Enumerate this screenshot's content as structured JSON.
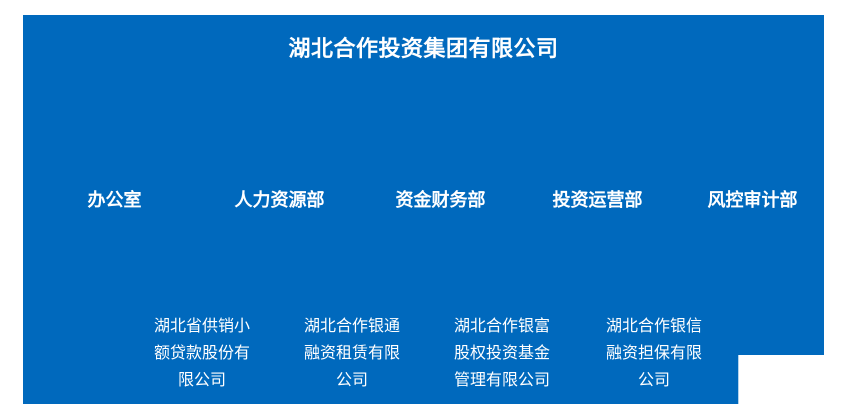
{
  "chart_data": {
    "type": "diagram",
    "title": "湖北合作投资集团有限公司",
    "background_color": "#0069bd",
    "text_color": "#ffffff",
    "levels": [
      {
        "level": 1,
        "nodes": [
          {
            "label": "湖北合作投资集团有限公司"
          }
        ]
      },
      {
        "level": 2,
        "nodes": [
          {
            "label": "办公室"
          },
          {
            "label": "人力资源部"
          },
          {
            "label": "资金财务部"
          },
          {
            "label": "投资运营部"
          },
          {
            "label": "风控审计部"
          }
        ]
      },
      {
        "level": 3,
        "nodes": [
          {
            "label": "湖北省供销小额贷款股份有限公司"
          },
          {
            "label": "湖北合作银通融资租赁有限公司"
          },
          {
            "label": "湖北合作银富股权投资基金管理有限公司"
          },
          {
            "label": "湖北合作银信融资担保有限公司"
          }
        ]
      }
    ]
  },
  "root": {
    "title": "湖北合作投资集团有限公司"
  },
  "departments": [
    {
      "label": "办公室"
    },
    {
      "label": "人力资源部"
    },
    {
      "label": "资金财务部"
    },
    {
      "label": "投资运营部"
    },
    {
      "label": "风控审计部"
    }
  ],
  "subsidiaries": [
    {
      "label": "湖北省供销小额贷款股份有限公司",
      "lines": [
        "湖北省供销小",
        "额贷款股份有",
        "限公司"
      ]
    },
    {
      "label": "湖北合作银通融资租赁有限公司",
      "lines": [
        "湖北合作银通",
        "融资租赁有限",
        "公司"
      ]
    },
    {
      "label": "湖北合作银富股权投资基金管理有限公司",
      "lines": [
        "湖北合作银富",
        "股权投资基金",
        "管理有限公司"
      ]
    },
    {
      "label": "湖北合作银信融资担保有限公司",
      "lines": [
        "湖北合作银信",
        "融资担保有限",
        "公司"
      ]
    }
  ]
}
